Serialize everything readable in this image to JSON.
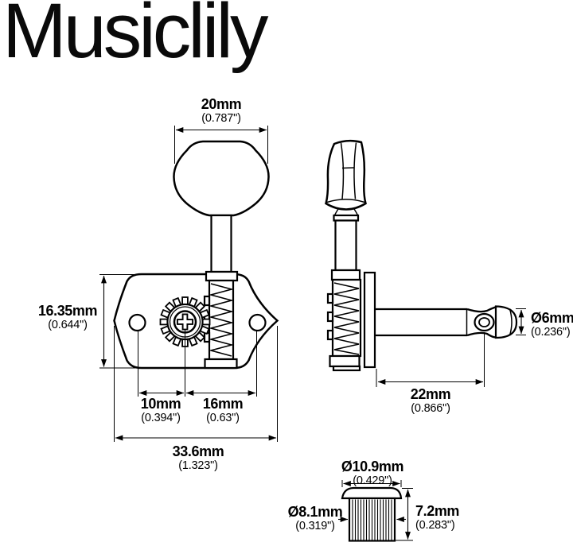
{
  "brand": "Musiclily",
  "colors": {
    "line": "#000000",
    "background": "#ffffff",
    "text": "#000000"
  },
  "views": {
    "front": {
      "name": "tuner-front-view",
      "dimensions": {
        "button_width": {
          "mm": "20mm",
          "inch": "(0.787\")"
        },
        "plate_height": {
          "mm": "16.35mm",
          "inch": "(0.644\")"
        },
        "hole_to_post": {
          "mm": "10mm",
          "inch": "(0.394\")"
        },
        "post_to_hole": {
          "mm": "16mm",
          "inch": "(0.63\")"
        },
        "plate_width": {
          "mm": "33.6mm",
          "inch": "(1.323\")"
        }
      }
    },
    "side": {
      "name": "tuner-side-view",
      "dimensions": {
        "post_diameter": {
          "mm": "Ø6mm",
          "inch": "(0.236\")"
        },
        "post_length": {
          "mm": "22mm",
          "inch": "(0.866\")"
        }
      }
    },
    "bushing": {
      "name": "bushing-detail-view",
      "dimensions": {
        "head_diameter": {
          "mm": "Ø10.9mm",
          "inch": "(0.429\")"
        },
        "body_diameter": {
          "mm": "Ø8.1mm",
          "inch": "(0.319\")"
        },
        "height": {
          "mm": "7.2mm",
          "inch": "(0.283\")"
        }
      }
    }
  }
}
